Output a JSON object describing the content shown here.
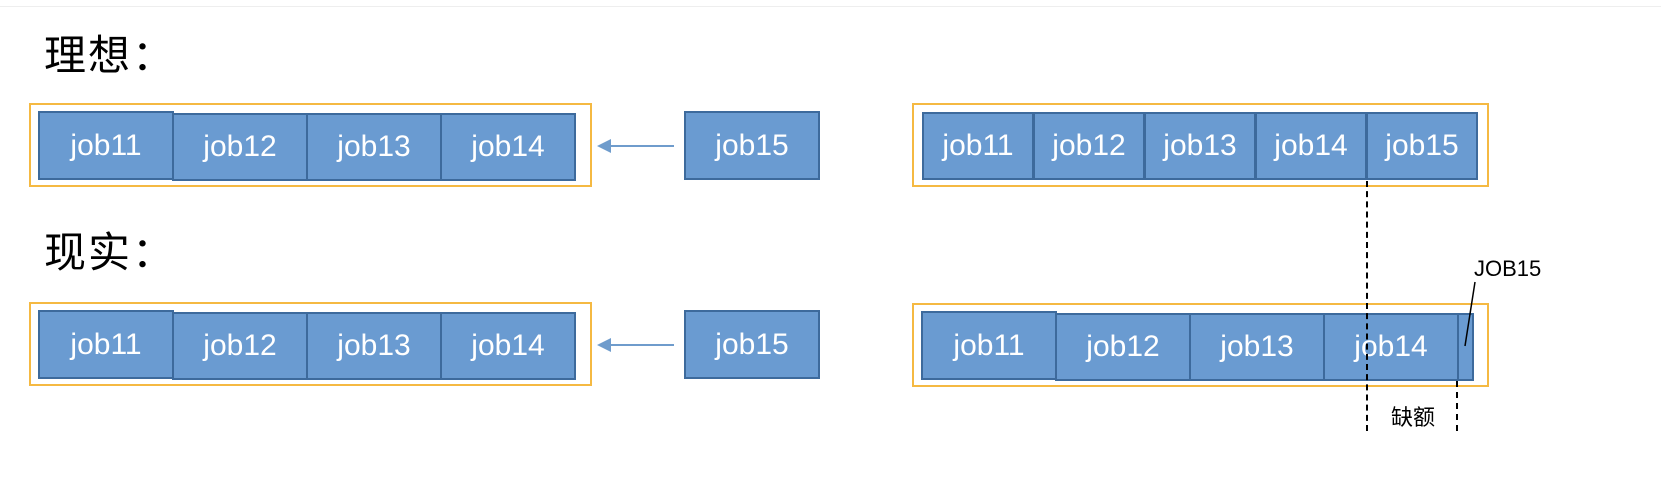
{
  "ideal": {
    "title": "理想：",
    "left_queue": [
      "job11",
      "job12",
      "job13",
      "job14"
    ],
    "incoming": "job15",
    "right_queue": [
      "job11",
      "job12",
      "job13",
      "job14",
      "job15"
    ]
  },
  "reality": {
    "title": "现实：",
    "left_queue": [
      "job11",
      "job12",
      "job13",
      "job14"
    ],
    "incoming": "job15",
    "right_queue": [
      "job11",
      "job12",
      "job13",
      "job14"
    ],
    "overflow_label": "JOB15",
    "gap_label": "缺额"
  },
  "colors": {
    "box_fill": "#6a9bd1",
    "box_border": "#3d6a9c",
    "frame": "#f5b942",
    "arrow": "#6f9ccc"
  }
}
